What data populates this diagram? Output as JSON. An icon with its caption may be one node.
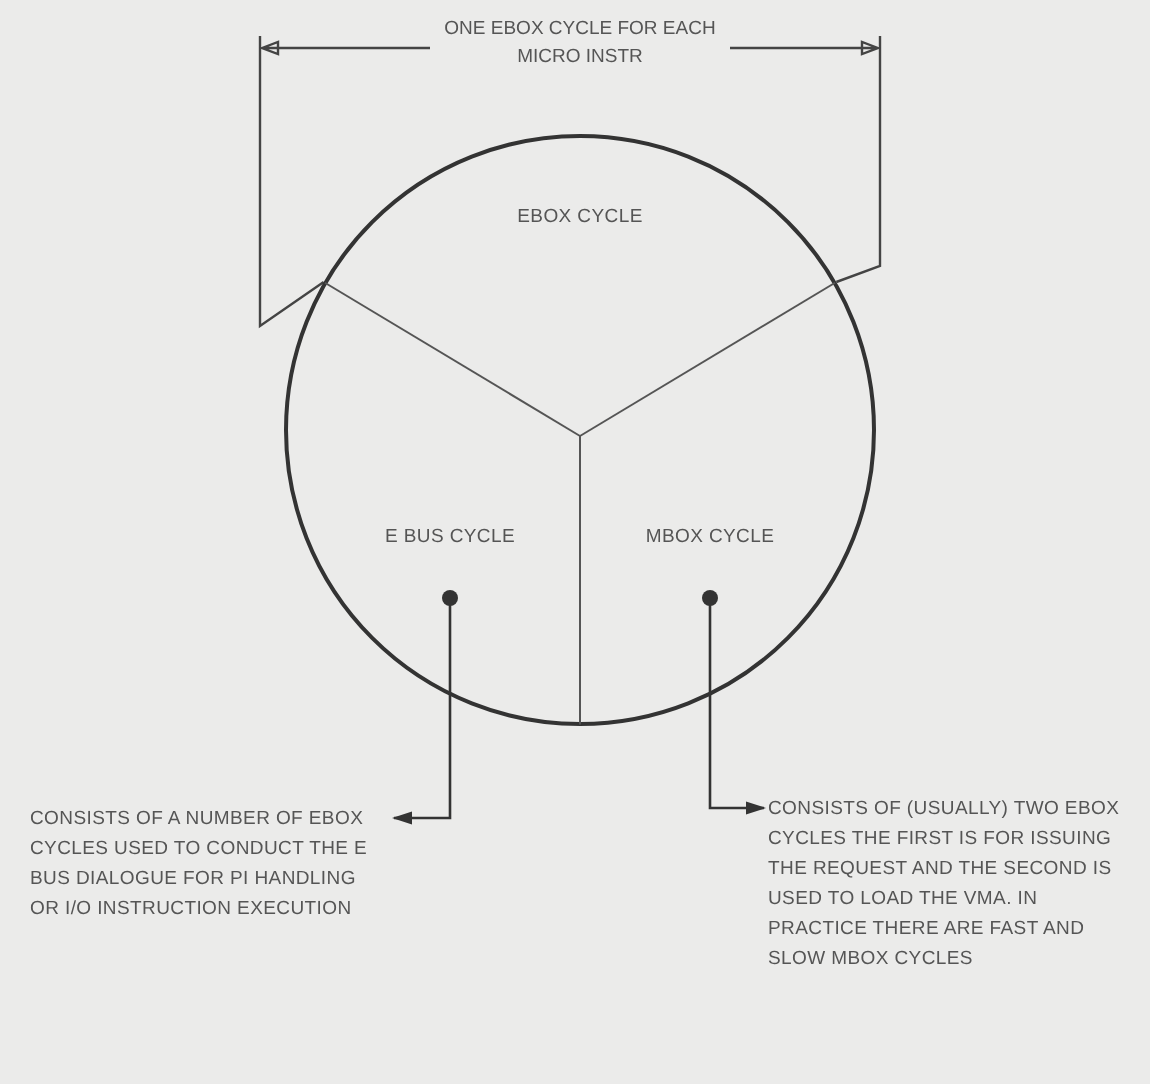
{
  "diagram": {
    "nodes": [
      {
        "text": [],
        "shape": "circle"
      },
      {
        "text": [
          "EBOX CYCLE"
        ],
        "in": 0
      },
      {
        "text": [
          "E BUS CYCLE"
        ],
        "in": 0
      },
      {
        "text": [
          "MBOX CYCLE"
        ],
        "in": 0
      },
      {
        "text": [
          "CONSISTS OF A NUMBER OF EBOX CYCLES USED TO CONDUCT THE E BUS DIALOGUE FOR PI HANDLING OR I/O INSTRUCTION EXECUTION"
        ]
      },
      {
        "text": [
          "CONSISTS OF (USUALLY) TWO EBOX CYCLES THE FIRST IS FOR ISSUING THE REQUEST AND THE SECOND IS USED TO LOAD THE VMA. IN PRACTICE THERE ARE FAST AND SLOW MBOX CYCLES"
        ]
      }
    ],
    "edges": [
      {
        "from": 2,
        "to": 4,
        "arrow": "to"
      },
      {
        "from": 3,
        "to": 5,
        "arrow": "to"
      }
    ],
    "labels": [
      "ONE EBOX CYCLE FOR EACH MICRO INSTR"
    ]
  }
}
